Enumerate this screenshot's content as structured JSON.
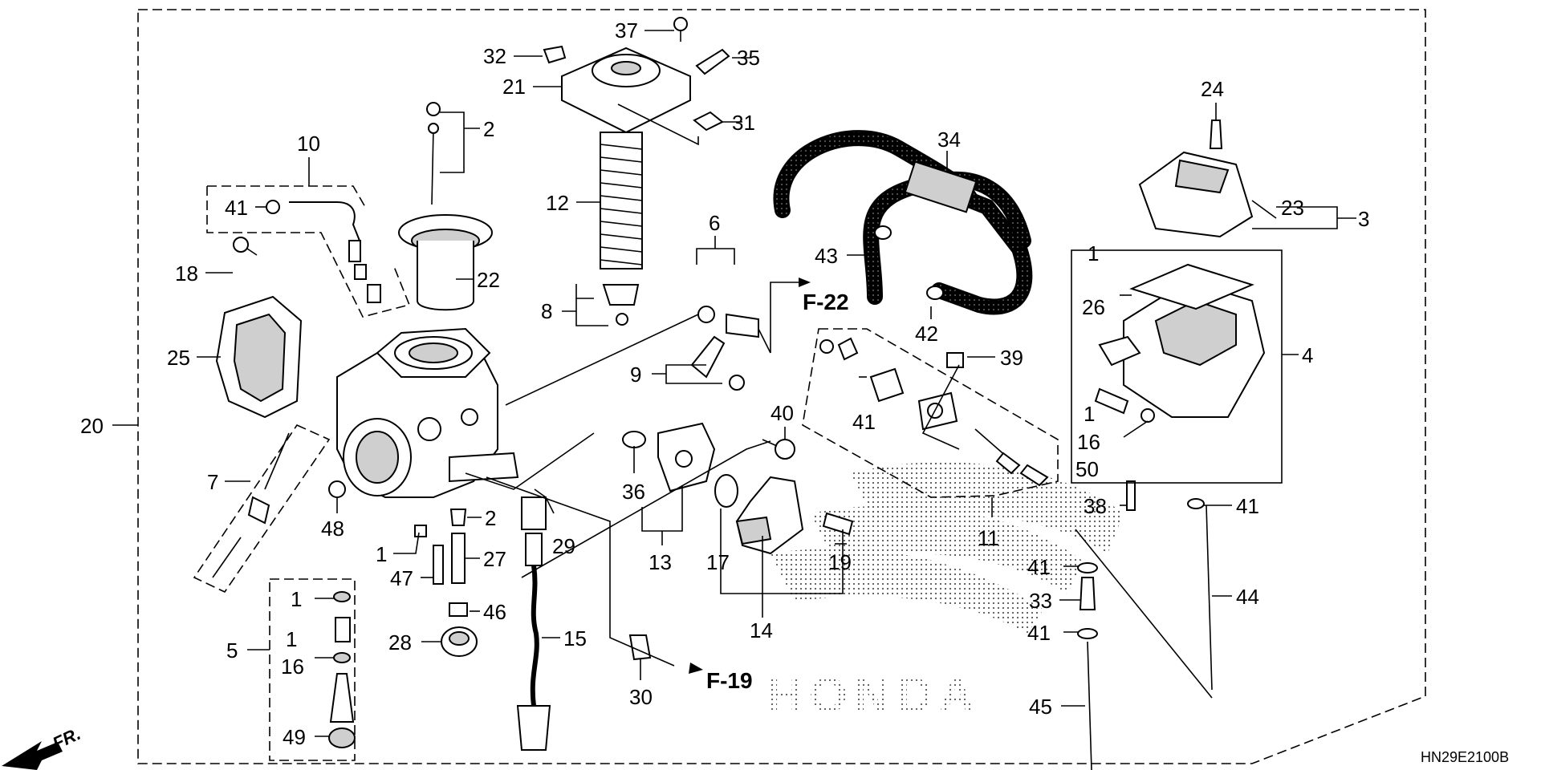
{
  "diagram_code": "HN29E2100B",
  "front_marker": "FR.",
  "watermark": "HONDA",
  "refs": [
    "F-22",
    "F-19"
  ],
  "labels": {
    "l1a": "1",
    "l1b": "1",
    "l1c": "1",
    "l1d": "1",
    "l1e": "1",
    "l2a": "2",
    "l2b": "2",
    "l3": "3",
    "l4": "4",
    "l5": "5",
    "l6": "6",
    "l7": "7",
    "l8": "8",
    "l9": "9",
    "l10": "10",
    "l11": "11",
    "l12": "12",
    "l13": "13",
    "l14": "14",
    "l15": "15",
    "l16a": "16",
    "l16b": "16",
    "l17": "17",
    "l18": "18",
    "l19": "19",
    "l20": "20",
    "l21": "21",
    "l22": "22",
    "l23": "23",
    "l24": "24",
    "l25": "25",
    "l26": "26",
    "l27": "27",
    "l28": "28",
    "l29": "29",
    "l30": "30",
    "l31": "31",
    "l32": "32",
    "l33": "33",
    "l34": "34",
    "l35": "35",
    "l36": "36",
    "l37": "37",
    "l38": "38",
    "l39": "39",
    "l40": "40",
    "l41a": "41",
    "l41b": "41",
    "l41c": "41",
    "l41d": "41",
    "l41e": "41",
    "l42": "42",
    "l43": "43",
    "l44": "44",
    "l45": "45",
    "l46": "46",
    "l47": "47",
    "l48": "48",
    "l49": "49",
    "l50": "50"
  }
}
